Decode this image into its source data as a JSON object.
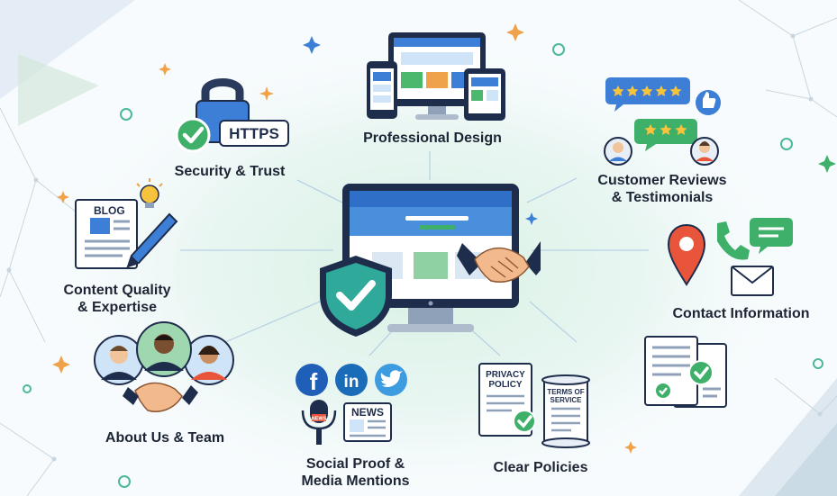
{
  "colors": {
    "navy": "#1f2d4d",
    "blue": "#3d7fd6",
    "light_blue": "#cfe4f6",
    "green": "#3fb06a",
    "teal": "#2fa99a",
    "orange": "#f08a4b",
    "red": "#e8553b",
    "yellow": "#f7c33c",
    "skin": "#f2c49c"
  },
  "center": {
    "icons": [
      "monitor-icon",
      "shield-check-icon",
      "handshake-icon"
    ]
  },
  "nodes": {
    "security": {
      "label": "Security & Trust",
      "badge": "HTTPS",
      "icons": [
        "padlock-icon",
        "check-badge-icon"
      ]
    },
    "design": {
      "label": "Professional Design",
      "icons": [
        "phone-icon",
        "desktop-icon",
        "tablet-icon"
      ]
    },
    "reviews": {
      "label_line1": "Customer Reviews",
      "label_line2": "& Testimonials",
      "icons": [
        "star-rating-icon",
        "thumbs-up-icon",
        "avatar-icon"
      ]
    },
    "content": {
      "label_line1": "Content Quality",
      "label_line2": "& Expertise",
      "doc_title": "BLOG",
      "icons": [
        "lightbulb-icon",
        "pen-icon",
        "document-icon"
      ]
    },
    "contact": {
      "label": "Contact Information",
      "icons": [
        "location-pin-icon",
        "telephone-icon",
        "chat-icon",
        "envelope-icon"
      ]
    },
    "documents": {
      "icons": [
        "document-check-icon"
      ]
    },
    "about": {
      "label": "About Us & Team",
      "icons": [
        "team-avatar-icon",
        "handshake-icon"
      ]
    },
    "social": {
      "label_line1": "Social Proof &",
      "label_line2": "Media Mentions",
      "news_title": "NEWS",
      "mic_badge": "NEWS",
      "icons": [
        "facebook-icon",
        "linkedin-icon",
        "twitter-icon",
        "microphone-icon",
        "newspaper-icon"
      ]
    },
    "policies": {
      "label": "Clear Policies",
      "privacy_line1": "PRIVACY",
      "privacy_line2": "POLICY",
      "terms_line1": "TERMS OF",
      "terms_line2": "SERVICE",
      "icons": [
        "policy-document-icon",
        "scroll-icon"
      ]
    }
  }
}
